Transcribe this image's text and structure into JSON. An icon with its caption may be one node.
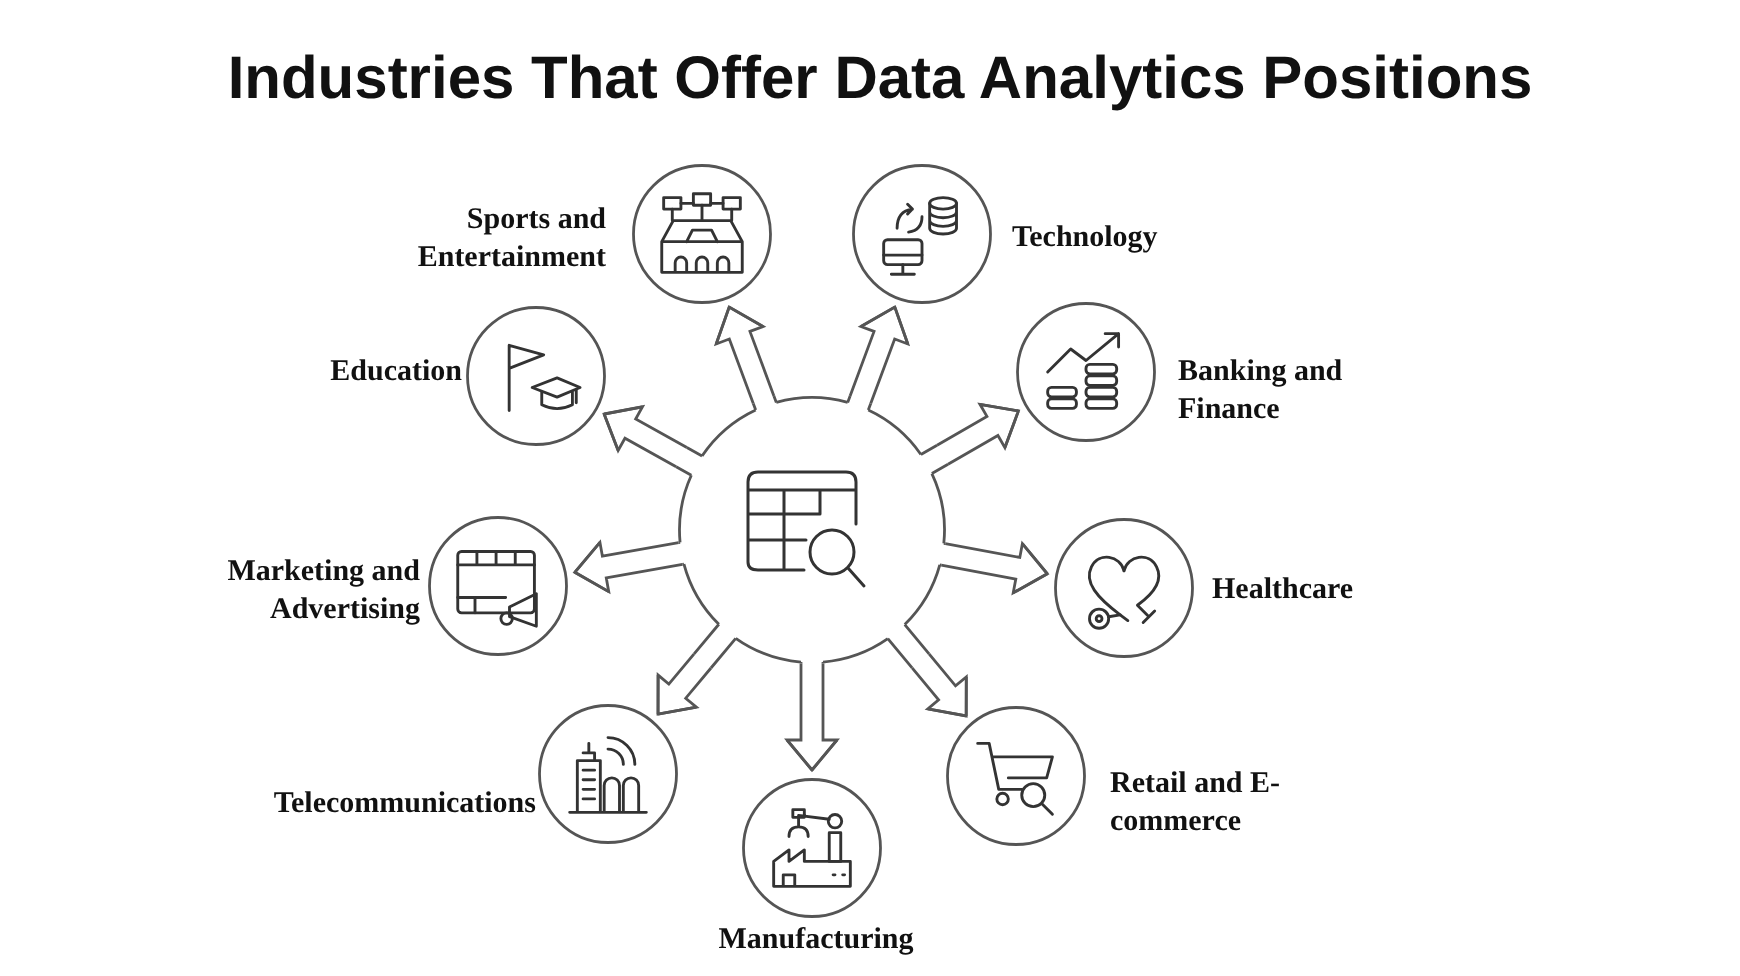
{
  "diagram": {
    "title": "Industries That Offer Data Analytics Positions",
    "nodes": [
      {
        "text": [],
        "shape": "circle"
      },
      {
        "text": [
          "Sports and Entertainment"
        ]
      },
      {
        "text": [
          "Technology"
        ]
      },
      {
        "text": [
          "Banking and Finance"
        ]
      },
      {
        "text": [
          "Healthcare"
        ]
      },
      {
        "text": [
          "Retail and E-commerce"
        ]
      },
      {
        "text": [
          "Manufacturing"
        ]
      },
      {
        "text": [
          "Telecommunications"
        ]
      },
      {
        "text": [
          "Marketing and Advertising"
        ]
      },
      {
        "text": [
          "Education"
        ]
      }
    ],
    "edges": [
      {
        "from": 0,
        "to": 1,
        "arrow": "to"
      },
      {
        "from": 0,
        "to": 2,
        "arrow": "to"
      },
      {
        "from": 0,
        "to": 3,
        "arrow": "to"
      },
      {
        "from": 0,
        "to": 4,
        "arrow": "to"
      },
      {
        "from": 0,
        "to": 5,
        "arrow": "to"
      },
      {
        "from": 0,
        "to": 6,
        "arrow": "to"
      },
      {
        "from": 0,
        "to": 7,
        "arrow": "to"
      },
      {
        "from": 0,
        "to": 8,
        "arrow": "to"
      },
      {
        "from": 0,
        "to": 9,
        "arrow": "to"
      }
    ]
  }
}
